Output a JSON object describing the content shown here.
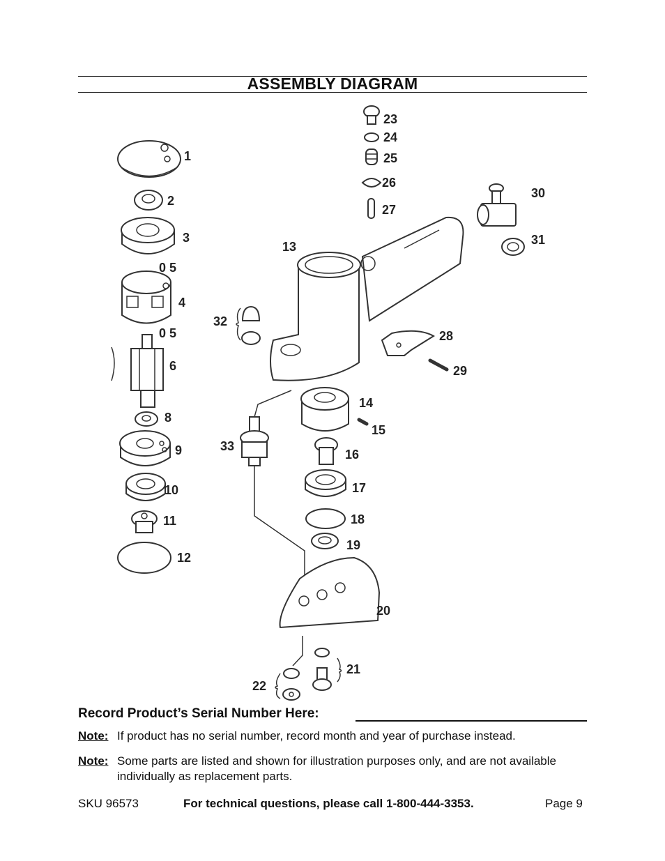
{
  "header": {
    "title": "ASSEMBLY DIAGRAM"
  },
  "parts": {
    "p1": "1",
    "p2": "2",
    "p3": "3",
    "p4": "4",
    "p5a": "0 5",
    "p5b": "0 5",
    "p6": "6",
    "p8": "8",
    "p9": "9",
    "p10": "10",
    "p11": "11",
    "p12": "12",
    "p13": "13",
    "p14": "14",
    "p15": "15",
    "p16": "16",
    "p17": "17",
    "p18": "18",
    "p19": "19",
    "p20": "20",
    "p21": "21",
    "p22": "22",
    "p23": "23",
    "p24": "24",
    "p25": "25",
    "p26": "26",
    "p27": "27",
    "p28": "28",
    "p29": "29",
    "p30": "30",
    "p31": "31",
    "p32": "32",
    "p33": "33"
  },
  "serial": {
    "label": "Record Product’s Serial Number Here:"
  },
  "notes": [
    {
      "label": "Note:",
      "text": "If product has no serial number, record month and year of purchase instead."
    },
    {
      "label": "Note:",
      "text": "Some parts are listed and shown for illustration purposes only, and are not available individually as replacement parts."
    }
  ],
  "footer": {
    "sku": "SKU 96573",
    "contact": "For technical questions, please call 1-800-444-3353.",
    "page": "Page 9"
  }
}
